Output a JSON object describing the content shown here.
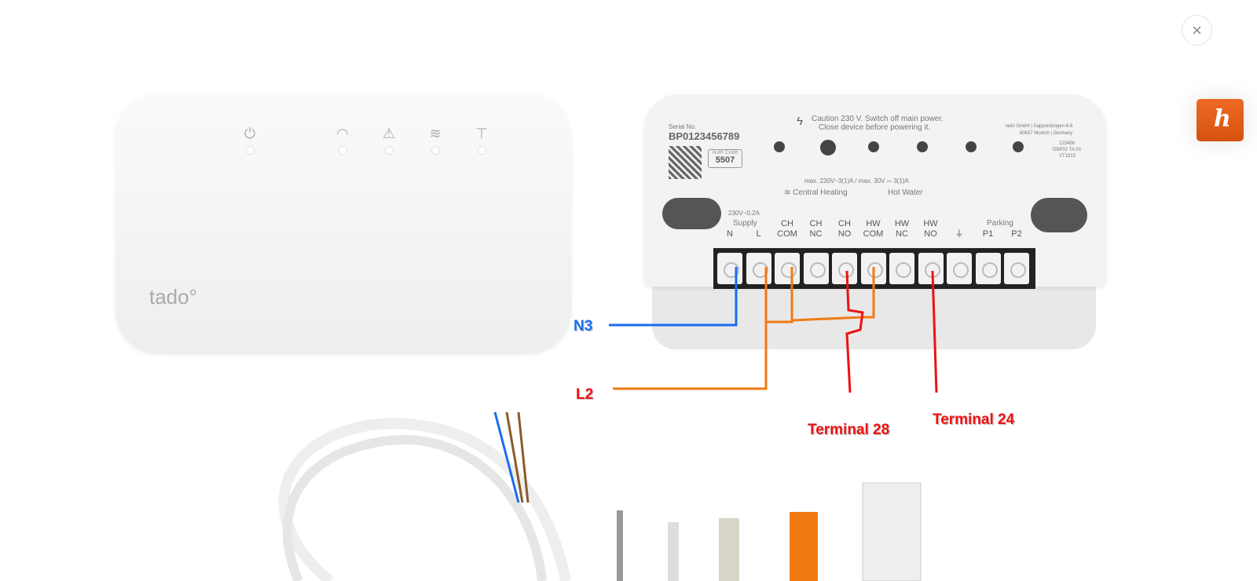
{
  "lightbox": {
    "close_icon": "close-icon",
    "brand_icon_letter": "h"
  },
  "hub": {
    "logo": "tado°",
    "icons": [
      "power-icon",
      "wifi-icon",
      "warning-icon",
      "heating-icon",
      "hot-water-icon"
    ]
  },
  "device": {
    "serial_label": "Serial No.",
    "serial": "BP0123456789",
    "auth_label": "Auth Code",
    "auth_code": "5507",
    "caution_1": "Caution 230 V. Switch off main power.",
    "caution_2": "Close device before powering it.",
    "maker_1": "tado GmbH | Sapporobogen 6-8",
    "maker_2": "80637 Munich | Germany",
    "codes": [
      "123456",
      "DBP02 TA-01",
      "VT1913"
    ],
    "rating": "max. 230V~3(1)A / max. 30V ⎓ 3(1)A",
    "central_heating": "≋ Central Heating",
    "hot_water": "Hot Water",
    "supply_rating": "230V~0.2A",
    "supply": "Supply",
    "parking": "Parking",
    "terminals": [
      [
        "",
        "N"
      ],
      [
        "",
        "L"
      ],
      [
        "CH",
        "COM"
      ],
      [
        "CH",
        "NC"
      ],
      [
        "CH",
        "NO"
      ],
      [
        "HW",
        "COM"
      ],
      [
        "HW",
        "NC"
      ],
      [
        "HW",
        "NO"
      ],
      [
        "",
        "⏚"
      ],
      [
        "",
        "P1"
      ],
      [
        "",
        "P2"
      ]
    ]
  },
  "annotations": {
    "n3": "N3",
    "l2": "L2",
    "t28": "Terminal 28",
    "t24": "Terminal 24"
  },
  "colors": {
    "blue": "#1a6cf0",
    "orange": "#f07a12",
    "red": "#ee1111"
  }
}
